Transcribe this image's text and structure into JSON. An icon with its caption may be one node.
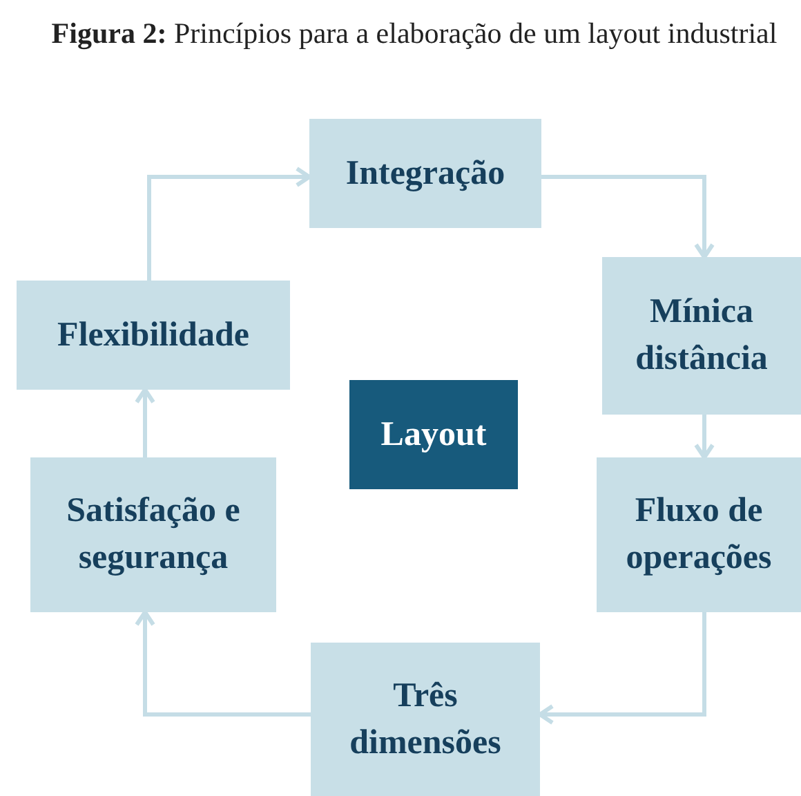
{
  "diagram": {
    "title": "**Figura 2:** Princípios para a elaboração de um layout industrial",
    "nodes": [
      {
        "text": [
          "Integração"
        ]
      },
      {
        "text": [
          "Mínica distância"
        ]
      },
      {
        "text": [
          "Fluxo de operações"
        ]
      },
      {
        "text": [
          "Três dimensões"
        ]
      },
      {
        "text": [
          "Satisfação e segurança"
        ]
      },
      {
        "text": [
          "Flexibilidade"
        ]
      },
      {
        "text": [
          "Layout"
        ]
      }
    ],
    "edges": [
      {
        "from": 0,
        "to": 1,
        "arrow": "to"
      },
      {
        "from": 1,
        "to": 2,
        "arrow": "to"
      },
      {
        "from": 2,
        "to": 3,
        "arrow": "to"
      },
      {
        "from": 3,
        "to": 4,
        "arrow": "to"
      },
      {
        "from": 4,
        "to": 5,
        "arrow": "to"
      },
      {
        "from": 5,
        "to": 0,
        "arrow": "to"
      }
    ]
  }
}
